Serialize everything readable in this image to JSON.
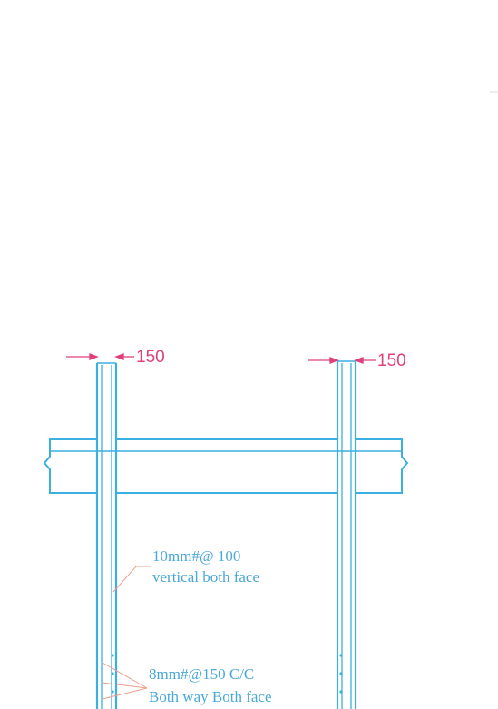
{
  "dimensions": {
    "left_wall": "150",
    "right_wall": "150"
  },
  "notes": {
    "vertical_bar_line1": "10mm#@ 100",
    "vertical_bar_line2": "vertical both face",
    "horizontal_bar_line1": "8mm#@150 C/C",
    "horizontal_bar_line2": "Both way Both face"
  },
  "colors": {
    "structure": "#3ab0e0",
    "dimension": "#e0407a",
    "leader": "#e8a08a",
    "note_text": "#4aa8d8"
  }
}
